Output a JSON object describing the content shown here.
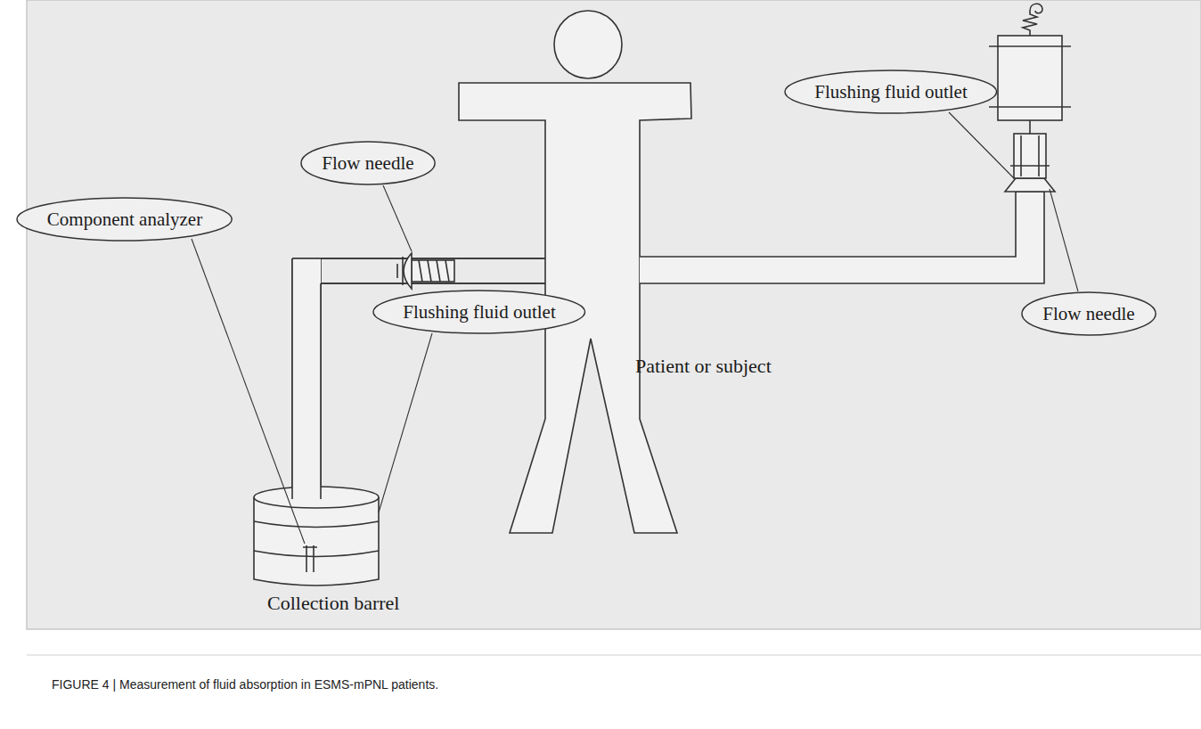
{
  "diagram": {
    "caption": "FIGURE 4 | Measurement of fluid absorption in ESMS-mPNL patients.",
    "nodes": [
      {
        "text": [
          "Flushing fluid outlet"
        ]
      },
      {
        "text": [
          "Flow needle"
        ]
      },
      {
        "text": [
          "Component analyzer"
        ]
      },
      {
        "text": [
          "Flushing fluid outlet"
        ]
      },
      {
        "text": [
          "Flow needle"
        ]
      }
    ],
    "labels": [
      "Patient or subject",
      "Collection barrel"
    ]
  }
}
